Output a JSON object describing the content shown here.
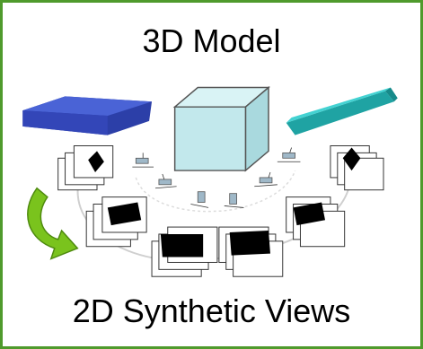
{
  "figure": {
    "title": "3D Model",
    "subtitle": "2D Synthetic Views"
  },
  "colors": {
    "frame_border": "#4f9a2c",
    "cube_face": "#bfe6ea",
    "plate_blue": "#3b4fc4",
    "beam_teal": "#2fc0c0",
    "arrow_green": "#7ac31d",
    "view_silhouette": "#000000"
  },
  "icons": {
    "cube": "cube-model",
    "plate": "blue-plate-model",
    "beam": "teal-beam-model",
    "arrow": "green-curved-arrow"
  }
}
